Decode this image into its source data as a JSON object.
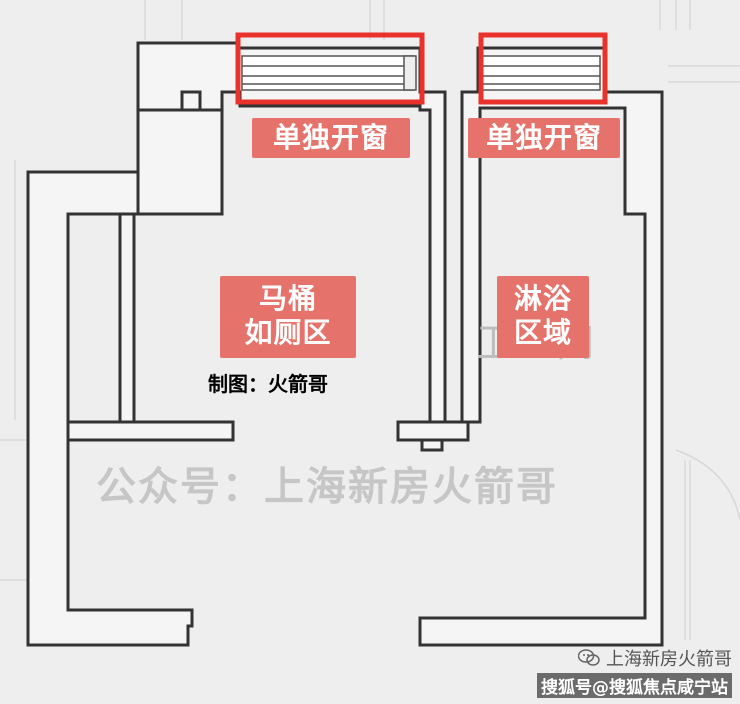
{
  "labels": {
    "window_left": "单独开窗",
    "window_right": "单独开窗",
    "toilet_area": [
      "马桶",
      "如厕区"
    ],
    "shower_area": [
      "淋浴",
      "区域"
    ],
    "bg_room": "卫生间"
  },
  "credit": "制图：火箭哥",
  "watermark": "公众号：上海新房火箭哥",
  "bottom_tag": {
    "account": "上海新房火箭哥",
    "source": "搜狐号@搜狐焦点咸宁站"
  },
  "colors": {
    "label_bg": "#e5736b",
    "highlight_box": "#e8322b",
    "wall": "#333333"
  },
  "icons": {
    "account_icon": "chat-bubble-icon"
  }
}
